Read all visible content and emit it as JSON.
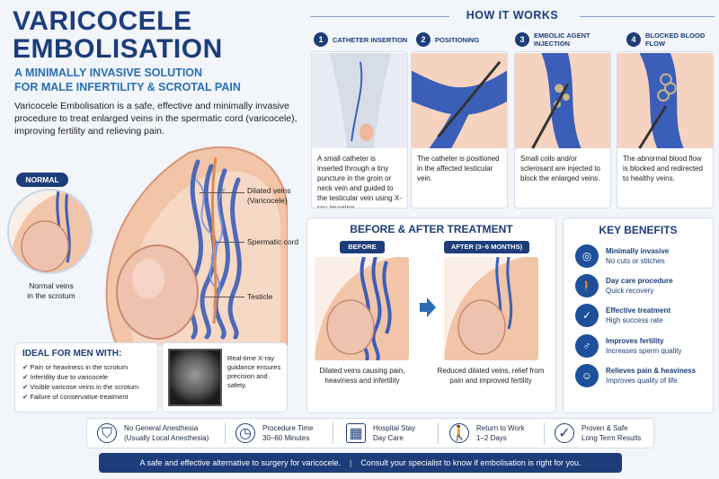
{
  "header": {
    "title_line1": "VARICOCELE",
    "title_line2": "EMBOLISATION",
    "subtitle_line1": "A MINIMALLY INVASIVE SOLUTION",
    "subtitle_line2": "FOR MALE INFERTILITY & SCROTAL PAIN",
    "intro": "Varicocele Embolisation is a safe, effective and minimally invasive procedure to treat enlarged veins in the spermatic cord (varicocele), improving fertility and relieving pain."
  },
  "anatomy": {
    "normal_badge": "NORMAL",
    "normal_label_1": "Normal veins",
    "normal_label_2": "in the scrotum",
    "callout_dilated_1": "Dilated veins",
    "callout_dilated_2": "(Varicocele)",
    "callout_cord": "Spermatic cord",
    "callout_testicle": "Testicle"
  },
  "ideal": {
    "title": "IDEAL FOR MEN WITH:",
    "items": [
      "Pain or heaviness in the scrotum",
      "Infertility due to varicocele",
      "Visible varicose veins in the scrotum",
      "Failure of conservative treatment"
    ]
  },
  "xray": {
    "text": "Real-time X-ray guidance ensures precision and safety."
  },
  "how": {
    "title": "HOW IT WORKS",
    "steps": [
      {
        "num": "1",
        "title": "CATHETER INSERTION",
        "desc": "A small catheter is inserted through a tiny puncture in the groin or neck vein and guided to the testicular vein using X-ray imaging."
      },
      {
        "num": "2",
        "title": "POSITIONING",
        "desc": "The catheter is positioned in the affected testicular vein."
      },
      {
        "num": "3",
        "title": "EMBOLIC AGENT INJECTION",
        "desc": "Small coils and/or sclerosant are injected to block the enlarged veins."
      },
      {
        "num": "4",
        "title": "BLOCKED BLOOD FLOW",
        "desc": "The abnormal blood flow is blocked and redirected to healthy veins."
      }
    ]
  },
  "before_after": {
    "title": "BEFORE & AFTER TREATMENT",
    "before_label": "BEFORE",
    "after_label": "AFTER (3–6 MONTHS)",
    "before_text": "Dilated veins causing pain, heaviness and infertility",
    "after_text": "Reduced dilated veins, relief from pain and improved fertility"
  },
  "benefits": {
    "title": "KEY BENEFITS",
    "items": [
      {
        "icon": "target-icon",
        "title": "Minimally invasive",
        "sub": "No cuts or stitches"
      },
      {
        "icon": "walking-person-icon",
        "title": "Day care procedure",
        "sub": "Quick recovery"
      },
      {
        "icon": "shield-check-icon",
        "title": "Effective treatment",
        "sub": "High success rate"
      },
      {
        "icon": "male-symbol-icon",
        "title": "Improves fertility",
        "sub": "Increases sperm quality"
      },
      {
        "icon": "smile-icon",
        "title": "Relieves pain & heaviness",
        "sub": "Improves quality of life"
      }
    ]
  },
  "strip": [
    {
      "icon": "shield-icon",
      "line1": "No General Anesthesia",
      "line2": "(Usually Local Anesthesia)"
    },
    {
      "icon": "clock-icon",
      "line1": "Procedure Time",
      "line2": "30–60 Minutes"
    },
    {
      "icon": "calendar-icon",
      "line1": "Hospital Stay",
      "line2": "Day Care"
    },
    {
      "icon": "walking-person-icon",
      "line1": "Return to Work",
      "line2": "1–2 Days"
    },
    {
      "icon": "check-circle-icon",
      "line1": "Proven & Safe",
      "line2": "Long Term Results"
    }
  ],
  "footer": {
    "left": "A safe and effective alternative to surgery for varicocele.",
    "right": "Consult your specialist to know if embolisation is right for you."
  },
  "colors": {
    "navy": "#1d3d7a",
    "accent_blue": "#2a6fb6",
    "vein_blue": "#3b5fb8",
    "skin": "#f2c4a8"
  }
}
